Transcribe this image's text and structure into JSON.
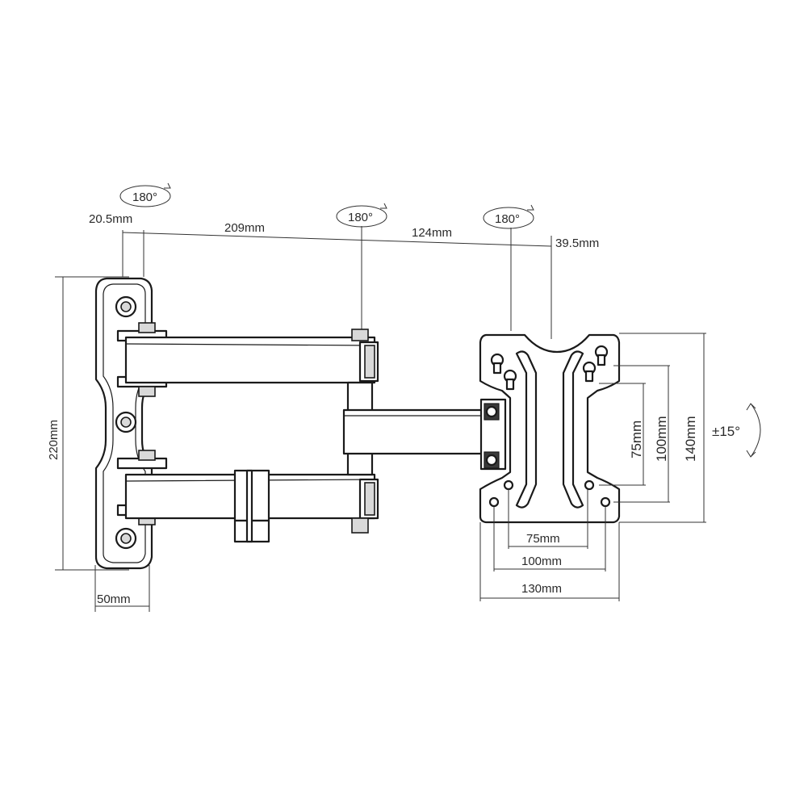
{
  "rotation_labels": {
    "wall": "180°",
    "elbow": "180°",
    "head": "180°",
    "tilt": "±15°"
  },
  "dimensions": {
    "wall_offset": "20.5mm",
    "arm1": "209mm",
    "arm2": "124mm",
    "head_offset": "39.5mm",
    "height": "220mm",
    "plate_width": "50mm",
    "vesa_v75": "75mm",
    "vesa_v100": "100mm",
    "plate_h140": "140mm",
    "vesa_h75": "75mm",
    "vesa_h100": "100mm",
    "plate_w130": "130mm"
  }
}
